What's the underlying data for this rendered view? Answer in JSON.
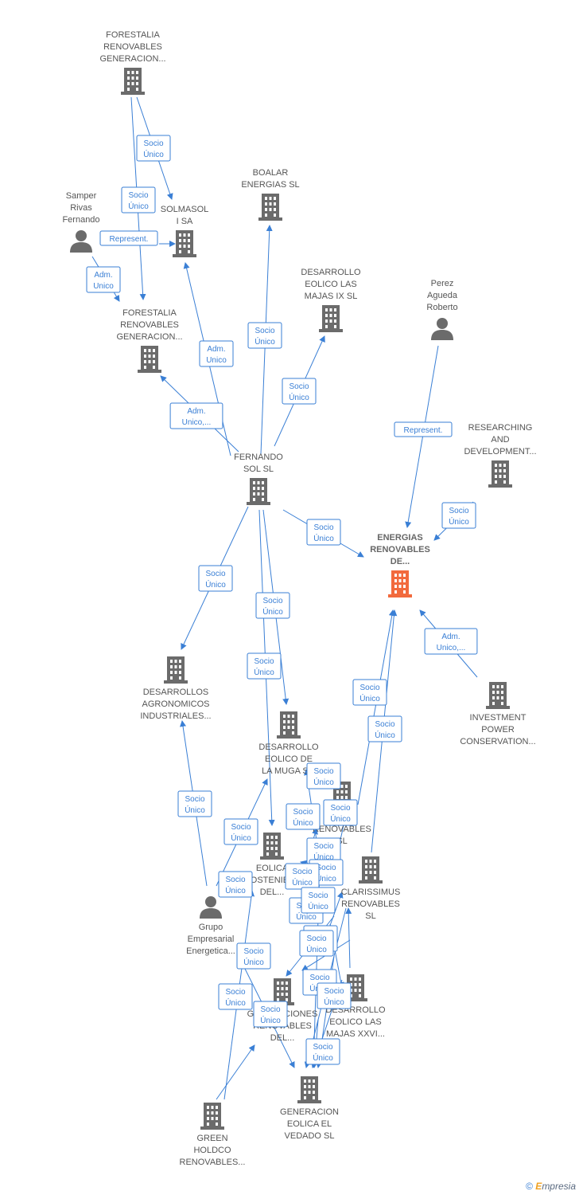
{
  "nodes": {
    "forestalia1": {
      "lines": [
        "FORESTALIA",
        "RENOVABLES",
        "GENERACION..."
      ],
      "kind": "company"
    },
    "solmasol": {
      "lines": [
        "SOLMASOL",
        "I SA"
      ],
      "kind": "company"
    },
    "boalar": {
      "lines": [
        "BOALAR",
        "ENERGIAS  SL"
      ],
      "kind": "company"
    },
    "samper": {
      "lines": [
        "Samper",
        "Rivas",
        "Fernando"
      ],
      "kind": "person"
    },
    "forestalia2": {
      "lines": [
        "FORESTALIA",
        "RENOVABLES",
        "GENERACION..."
      ],
      "kind": "company"
    },
    "desarrollo_ix": {
      "lines": [
        "DESARROLLO",
        "EOLICO LAS",
        "MAJAS IX  SL"
      ],
      "kind": "company"
    },
    "perez": {
      "lines": [
        "Perez",
        "Agueda",
        "Roberto"
      ],
      "kind": "person"
    },
    "researching": {
      "lines": [
        "RESEARCHING",
        "AND",
        "DEVELOPMENT..."
      ],
      "kind": "company"
    },
    "fernando_sol": {
      "lines": [
        "FERNANDO",
        "SOL SL"
      ],
      "kind": "company"
    },
    "energias": {
      "lines": [
        "ENERGIAS",
        "RENOVABLES",
        "DE..."
      ],
      "kind": "main"
    },
    "investment": {
      "lines": [
        "INVESTMENT",
        "POWER",
        "CONSERVATION..."
      ],
      "kind": "company"
    },
    "agronomicos": {
      "lines": [
        "DESARROLLOS",
        "AGRONOMICOS",
        "INDUSTRIALES..."
      ],
      "kind": "company"
    },
    "muga": {
      "lines": [
        "DESARROLLO",
        "EOLICO DE",
        "LA MUGA S..."
      ],
      "kind": "company"
    },
    "renovables_sl": {
      "lines": [
        "...O",
        "RENOVABLES",
        "SL"
      ],
      "kind": "company"
    },
    "eolica_sostenible": {
      "lines": [
        "EOLICA",
        "SOSTENIBLE",
        "DEL..."
      ],
      "kind": "company"
    },
    "clarissimus": {
      "lines": [
        "CLARISSIMUS",
        "RENOVABLES",
        "SL"
      ],
      "kind": "company"
    },
    "grupo": {
      "lines": [
        "Grupo",
        "Empresarial",
        "Energetica..."
      ],
      "kind": "person"
    },
    "generaciones": {
      "lines": [
        "GENERACIONES",
        "RENOVABLES",
        "DEL..."
      ],
      "kind": "company"
    },
    "majas_xxvi": {
      "lines": [
        "DESARROLLO",
        "EOLICO LAS",
        "MAJAS XXVI..."
      ],
      "kind": "company"
    },
    "vedado": {
      "lines": [
        "GENERACION",
        "EOLICA EL",
        "VEDADO SL"
      ],
      "kind": "company"
    },
    "green": {
      "lines": [
        "GREEN",
        "HOLDCO",
        "RENOVABLES..."
      ],
      "kind": "company"
    }
  },
  "edge_labels": [
    [
      "Socio",
      "Único"
    ],
    [
      "Socio",
      "Único"
    ],
    [
      "Represent."
    ],
    [
      "Adm.",
      "Unico"
    ],
    [
      "Socio",
      "Único"
    ],
    [
      "Adm.",
      "Unico"
    ],
    [
      "Socio",
      "Único"
    ],
    [
      "Adm.",
      "Unico,..."
    ],
    [
      "Represent."
    ],
    [
      "Socio",
      "Único"
    ],
    [
      "Socio",
      "Único"
    ],
    [
      "Adm.",
      "Unico,..."
    ],
    [
      "Socio",
      "Único"
    ],
    [
      "Socio",
      "Único"
    ],
    [
      "Socio",
      "Único"
    ],
    [
      "Socio",
      "Único"
    ],
    [
      "Socio",
      "Único"
    ],
    [
      "Socio",
      "Único"
    ],
    [
      "Socio",
      "Único"
    ],
    [
      "Socio",
      "Único"
    ],
    [
      "Socio",
      "Único"
    ],
    [
      "Socio",
      "Único"
    ],
    [
      "Socio",
      "Único"
    ],
    [
      "Socio",
      "Único"
    ],
    [
      "Socio",
      "Único"
    ],
    [
      "Socio",
      "Único"
    ],
    [
      "Socio",
      "Único"
    ],
    [
      "Socio",
      "Único"
    ],
    [
      "Socio",
      "Único"
    ],
    [
      "Socio",
      "Único"
    ],
    [
      "Socio",
      "Único"
    ],
    [
      "Socio",
      "Único"
    ],
    [
      "Socio",
      "Único"
    ],
    [
      "Socio",
      "Único"
    ],
    [
      "Socio",
      "Único"
    ],
    [
      "Socio",
      "Único"
    ]
  ],
  "footer": {
    "copyright": "©",
    "brand_initial": "E",
    "brand_rest": "mpresia"
  },
  "colors": {
    "edge": "#3a7fd5",
    "node": "#6b6b6b",
    "main_node": "#f26a3d",
    "label": "#555555"
  }
}
